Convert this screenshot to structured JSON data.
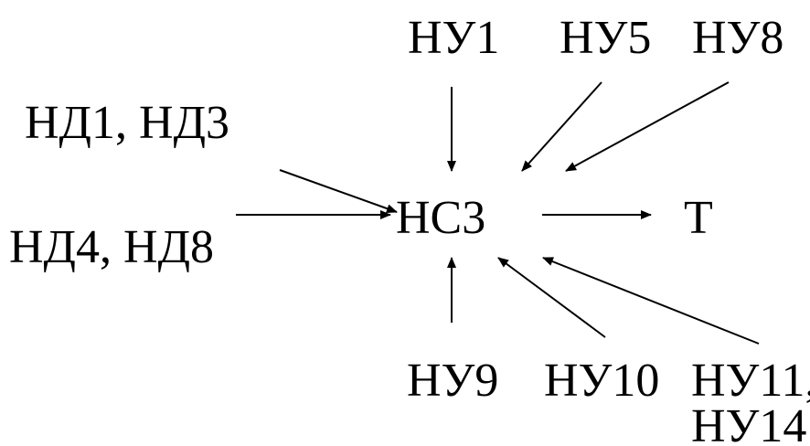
{
  "nodes": {
    "center": "НС3",
    "target": "Т",
    "nu1": "НУ1",
    "nu5": "НУ5",
    "nu8": "НУ8",
    "nd1_nd3": "НД1, НД3",
    "nd4_nd8": "НД4, НД8",
    "nu9": "НУ9",
    "nu10": "НУ10",
    "nu11_line1": "НУ11,",
    "nu11_line2": "НУ14"
  },
  "colors": {
    "stroke": "#000000",
    "text": "#000000",
    "background": "#ffffff"
  }
}
